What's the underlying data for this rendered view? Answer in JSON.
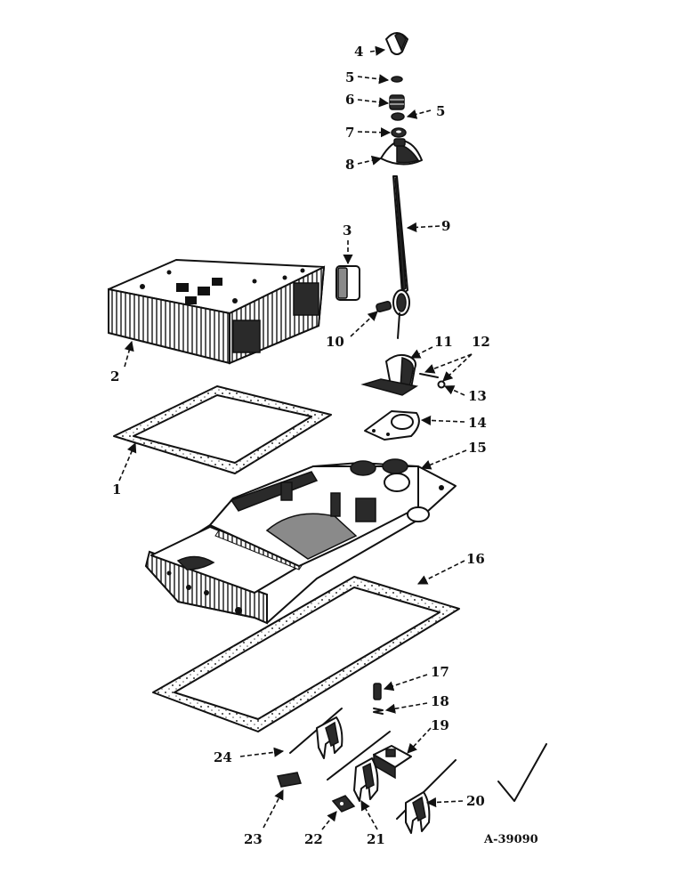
{
  "diagram": {
    "reference_code": "A-39090",
    "callouts": {
      "c1": "1",
      "c2": "2",
      "c3": "3",
      "c4": "4",
      "c5a": "5",
      "c5b": "5",
      "c6": "6",
      "c7": "7",
      "c8": "8",
      "c9": "9",
      "c10": "10",
      "c11": "11",
      "c12": "12",
      "c13": "13",
      "c14": "14",
      "c15": "15",
      "c16": "16",
      "c17": "17",
      "c18": "18",
      "c19": "19",
      "c20": "20",
      "c21": "21",
      "c22": "22",
      "c23": "23",
      "c24": "24"
    }
  }
}
